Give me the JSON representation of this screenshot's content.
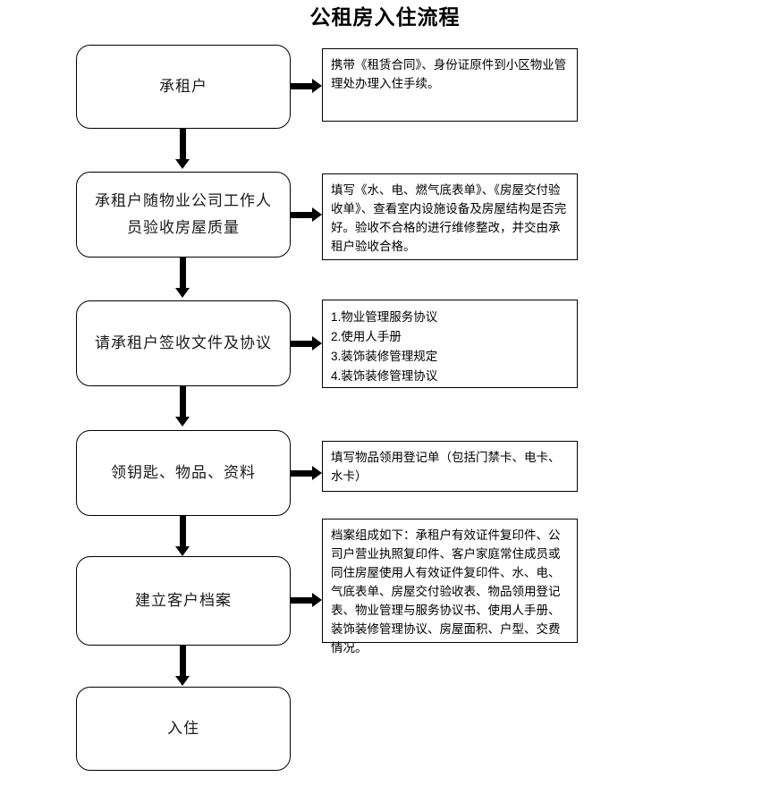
{
  "title": "公租房入住流程",
  "flow": {
    "steps": [
      {
        "id": "tenant",
        "label": "承租户",
        "note": "携带《租赁合同》、身份证原件到小区物业管理处办理入住手续。"
      },
      {
        "id": "inspect-quality",
        "label": "承租户随物业公司工作人\n员验收房屋质量",
        "note": "填写《水、电、燃气底表单》、《房屋交付验收单》、查看室内设施设备及房屋结构是否完好。验收不合格的进行维修整改，并交由承租户验收合格。"
      },
      {
        "id": "sign-documents",
        "label": "请承租户签收文件及协议",
        "note_items": [
          "1.物业管理服务协议",
          "2.使用人手册",
          "3.装饰装修管理规定",
          "4.装饰装修管理协议"
        ]
      },
      {
        "id": "collect-keys",
        "label": "领钥匙、物品、资料",
        "note": "填写物品领用登记单（包括门禁卡、电卡、水卡）"
      },
      {
        "id": "create-archive",
        "label": "建立客户档案",
        "note": "档案组成如下：承租户有效证件复印件、公司户营业执照复印件、客户家庭常住成员或同住房屋使用人有效证件复印件、水、电、气底表单、房屋交付验收表、物品领用登记表、物业管理与服务协议书、使用人手册、装饰装修管理协议、房屋面积、户型、交费情况。"
      },
      {
        "id": "move-in",
        "label": "入住"
      }
    ]
  },
  "colors": {
    "line": "#000000",
    "background": "#ffffff",
    "text": "#000000"
  }
}
